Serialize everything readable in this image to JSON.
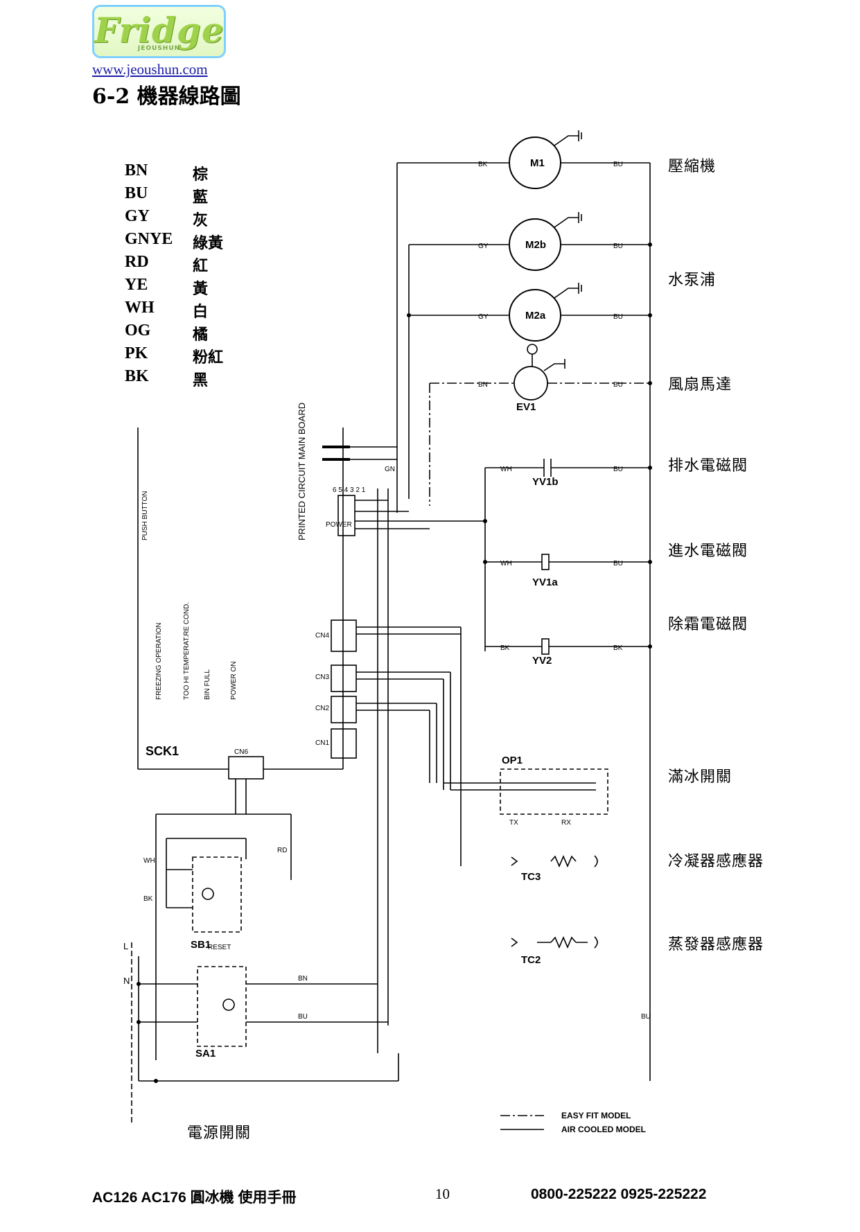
{
  "header": {
    "logo_text": "Fridge",
    "logo_subtext": "JEOUSHUN",
    "website": "www.jeoushun.com",
    "section_title": "6-2  機器線路圖"
  },
  "legend": [
    {
      "code": "BN",
      "color_zh": "棕"
    },
    {
      "code": "BU",
      "color_zh": "藍"
    },
    {
      "code": "GY",
      "color_zh": "灰"
    },
    {
      "code": "GNYE",
      "color_zh": "綠黃"
    },
    {
      "code": "RD",
      "color_zh": "紅"
    },
    {
      "code": "YE",
      "color_zh": "黃"
    },
    {
      "code": "WH",
      "color_zh": "白"
    },
    {
      "code": "OG",
      "color_zh": "橘"
    },
    {
      "code": "PK",
      "color_zh": "粉紅"
    },
    {
      "code": "BK",
      "color_zh": "黑"
    }
  ],
  "components": {
    "compressor": "壓縮機",
    "water_pump": "水泵浦",
    "fan_motor": "風扇馬達",
    "drain_valve": "排水電磁閥",
    "inlet_valve": "進水電磁閥",
    "defrost_valve": "除霜電磁閥",
    "ice_full_switch": "滿冰開關",
    "condenser_sensor": "冷凝器感應器",
    "evaporator_sensor": "蒸發器感應器",
    "power_switch": "電源開關"
  },
  "schematic": {
    "m1": "M1",
    "m2b": "M2b",
    "m2a": "M2a",
    "ev1": "EV1",
    "yv1b": "YV1b",
    "yv1a": "YV1a",
    "yv2": "YV2",
    "op1": "OP1",
    "tc3": "TC3",
    "tc2": "TC2",
    "sck1": "SCK1",
    "sb1": "SB1",
    "sa1": "SA1",
    "reset": "RESET",
    "board_title": "PRINTED CIRCUIT MAIN BOARD",
    "push_button": "PUSH BUTTON",
    "power_conn": "POWER",
    "pins": "6 5 4 3 2 1",
    "cn4": "CN4",
    "cn3": "CN3",
    "cn2": "CN2",
    "cn1": "CN1",
    "cn6": "CN6",
    "freezing": "FREEZING OPERATION",
    "too_hi": "TOO HI TEMPERAT.RE COND.",
    "bin_full": "BIN FULL",
    "power_on": "POWER ON",
    "tx": "TX",
    "rx": "RX",
    "wire_bk": "BK",
    "wire_bu": "BU",
    "wire_gy": "GY",
    "wire_wh": "WH",
    "wire_bn": "BN",
    "wire_rd": "RD",
    "wire_gn": "GN",
    "line_l": "L",
    "line_n": "N",
    "legend_easy_fit": "EASY FIT MODEL",
    "legend_air_cooled": "AIR COOLED MODEL"
  },
  "footer": {
    "model": "AC126  AC176 圓冰機  使用手冊",
    "page": "10",
    "phones": "0800-225222   0925-225222"
  }
}
